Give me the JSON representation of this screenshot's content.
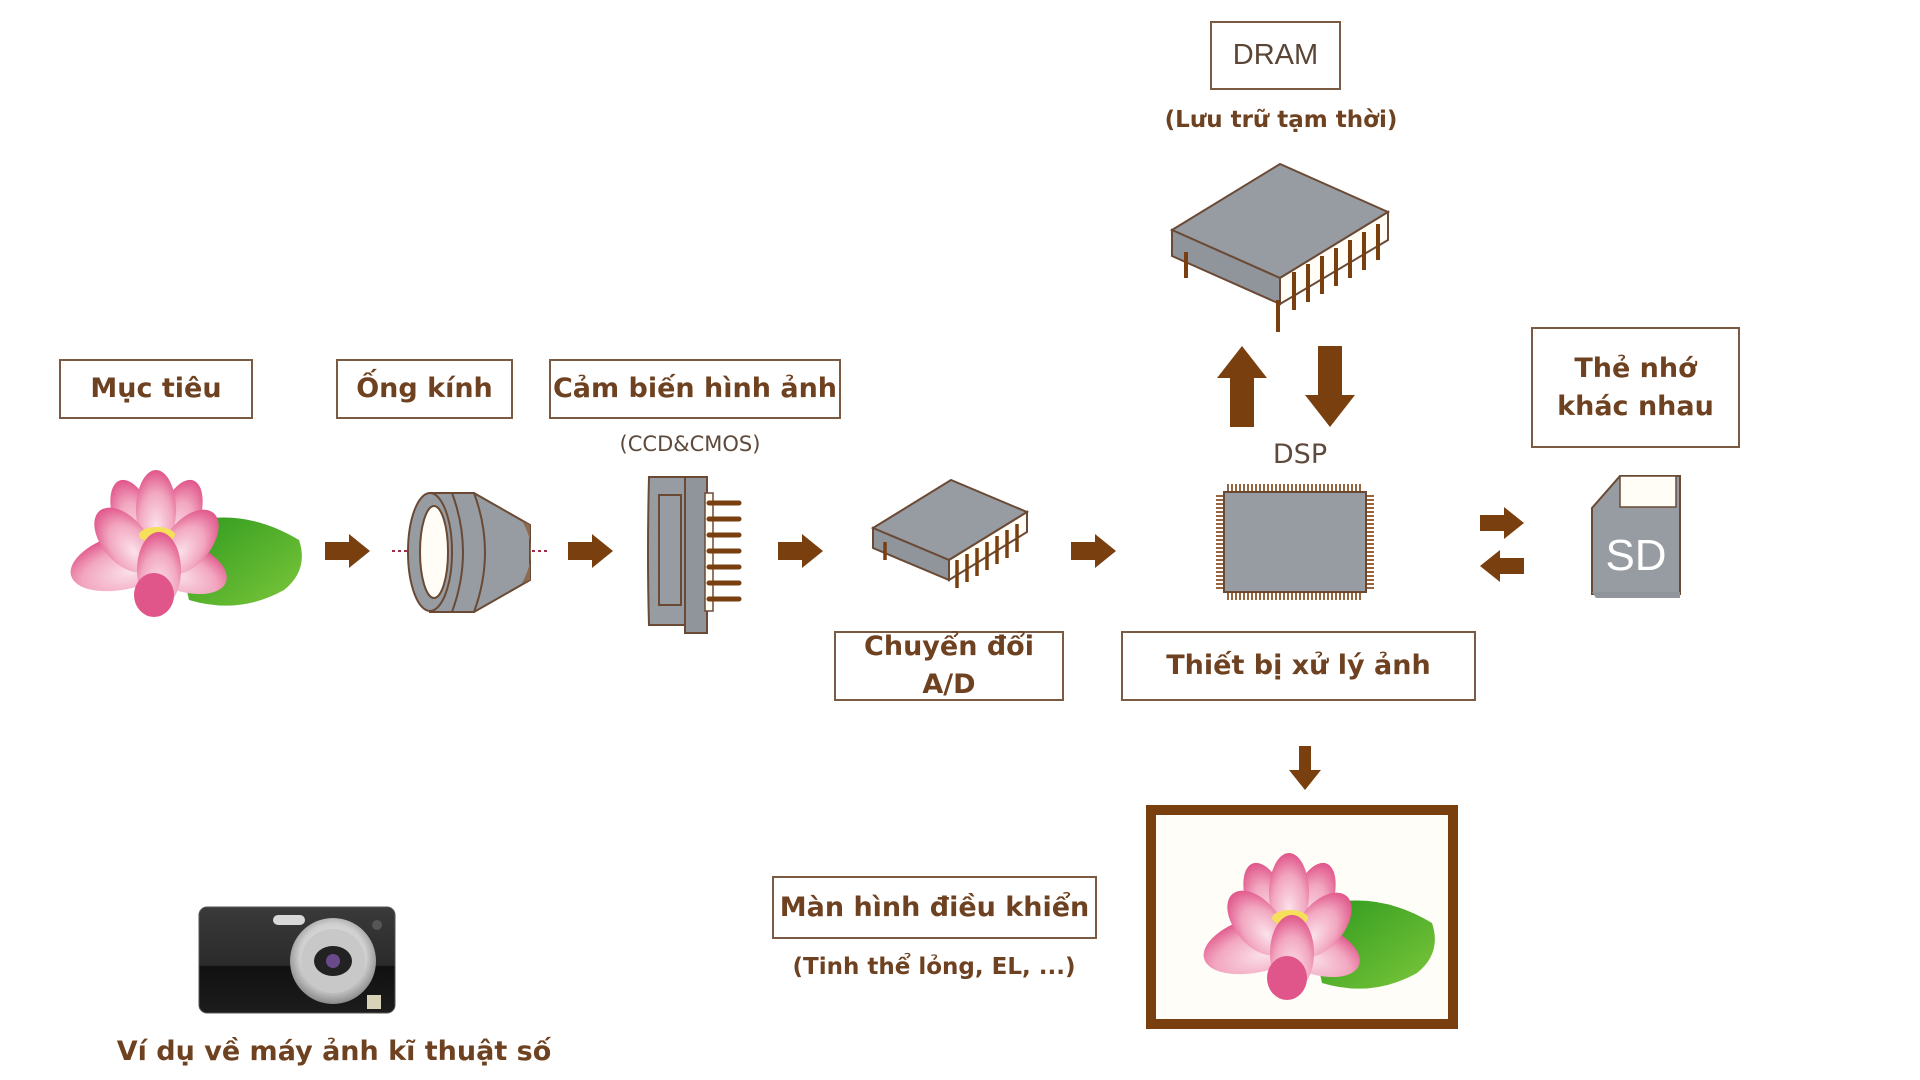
{
  "diagram": {
    "title": "Digital camera image processing pipeline",
    "colors": {
      "accent": "#7a3f0f",
      "text": "#6e4120",
      "border": "#7a5a42",
      "chip_gray": "#979ca2",
      "chip_outline": "#6b4a35"
    },
    "labels": {
      "target": "Mục tiêu",
      "lens": "Ống kính",
      "sensor": "Cảm biến hình ảnh",
      "sensor_note": "(CCD&CMOS)",
      "ad_converter": "Chuyển đổi A/D",
      "image_processor": "Thiết bị xử lý ảnh",
      "dsp": "DSP",
      "dram": "DRAM",
      "dram_note": "(Lưu trữ tạm thời)",
      "memory_card": "Thẻ nhớ khác nhau",
      "sd_card_text": "SD",
      "monitor": "Màn hình điều khiển",
      "monitor_note": "(Tinh thể lỏng, EL, ...)",
      "camera_caption": "Ví dụ về máy ảnh kĩ thuật số"
    },
    "flow": [
      {
        "from": "Mục tiêu",
        "to": "Ống kính",
        "direction": "right"
      },
      {
        "from": "Ống kính",
        "to": "Cảm biến hình ảnh",
        "direction": "right"
      },
      {
        "from": "Cảm biến hình ảnh",
        "to": "Chuyển đổi A/D",
        "direction": "right"
      },
      {
        "from": "Chuyển đổi A/D",
        "to": "DSP",
        "direction": "right"
      },
      {
        "from": "DSP",
        "to": "DRAM",
        "direction": "bidirectional"
      },
      {
        "from": "DSP",
        "to": "Thẻ nhớ khác nhau",
        "direction": "bidirectional"
      },
      {
        "from": "DSP",
        "to": "Màn hình điều khiển",
        "direction": "down"
      }
    ]
  }
}
